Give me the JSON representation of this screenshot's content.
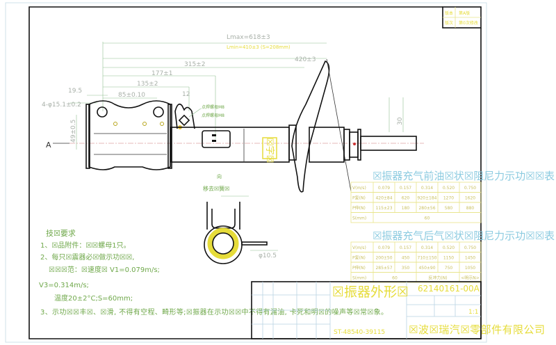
{
  "revision": {
    "version_label": "版本",
    "version_value": "第A版",
    "edition_label": "版次",
    "edition_value": "第0次修改"
  },
  "dimensions": {
    "lmax": "Lmax=618±3",
    "lmin": "Lmin=410±3 (S=208mm)",
    "d420": "420±3",
    "d315": "315±2",
    "d177": "177±1",
    "d135": "135±2",
    "d85": "85±0.10",
    "d19": "19.5",
    "d12": "12",
    "phi": "4-φ15.1±0.2",
    "d49": "49±0.5",
    "d30": "30",
    "d405": "φ10.5",
    "arrow_a": "A"
  },
  "annotations": {
    "weld1": "点焊螺母M8",
    "weld2": "点焊螺母M8",
    "center_mark": "☒字☒",
    "view_dir": "向",
    "remove_spring": "移去☒簧☒"
  },
  "tech_requirements": {
    "title": "技☒要求",
    "lines": [
      "1、☒品附件：☒☒螺母1只。",
      "2、每只☒震器必☒做示功☒☒,",
      "   ☒☒☒范：☒速度☒ V1=0.079m/s;",
      "V3=0.314m/s;",
      "     温度20±2°C;S=60mm;",
      "3、示功☒☒丰☒、☒滑, 不得有空程、畸形等;☒振器在示功☒☒中不得有漏油, 卡死和明☒的噪声等☒常☒象。"
    ]
  },
  "table_front": {
    "title": "☒振器充气前油☒状☒阻尼力示功☒☒表",
    "rows": [
      [
        "V(m/s)",
        "0.079",
        "0.157",
        "0.314",
        "0.520",
        "0.750"
      ],
      [
        "P复(N)",
        "420±84",
        "620",
        "920±184",
        "1270",
        "1620"
      ],
      [
        "P伸(N)",
        "115±23",
        "180",
        "280±56",
        "580",
        "880"
      ],
      [
        "S(mm)",
        "60"
      ]
    ]
  },
  "table_rear": {
    "title": "☒振器充气后气☒状☒阻尼力示功☒☒表",
    "rows": [
      [
        "V(m/s)",
        "0.079",
        "0.157",
        "0.314",
        "0.520",
        "0.750"
      ],
      [
        "P复(N)",
        "200±50",
        "450",
        "710±150",
        "1150",
        "1450"
      ],
      [
        "P伸(N)",
        "285±57",
        "350",
        "450±90",
        "750",
        "1050"
      ],
      [
        "S(mm)",
        "60",
        "反冲力(N)",
        "<明示N>"
      ]
    ]
  },
  "title_block": {
    "drawing_title": "☒振器外形☒",
    "part_number": "62140161-00A",
    "code": "ST-48540-39115",
    "scale": "1:1",
    "company": "☒波☒瑞汽☒零部件有限公司"
  },
  "colors": {
    "frame": "#111111",
    "dimension": "#8fbf8f",
    "highlight": "#e6dc3a",
    "table_title": "#8ccbe0",
    "notes": "#6fa84a"
  }
}
